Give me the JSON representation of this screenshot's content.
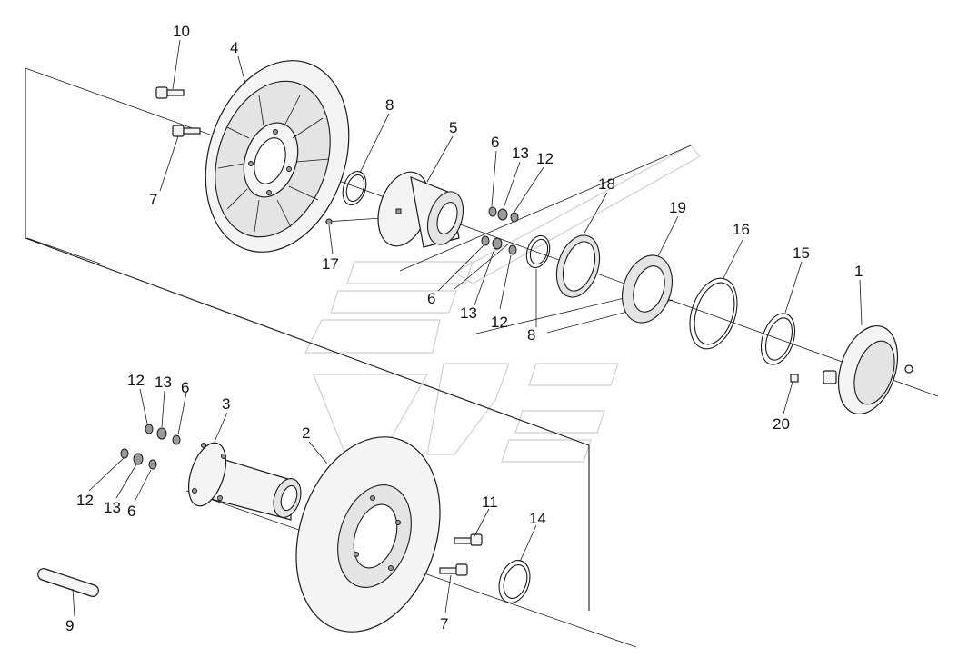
{
  "diagram": {
    "callouts": [
      {
        "id": "c10a",
        "text": "10"
      },
      {
        "id": "c4a",
        "text": "4"
      },
      {
        "id": "c7a",
        "text": "7"
      },
      {
        "id": "c8a",
        "text": "8"
      },
      {
        "id": "c5a",
        "text": "5"
      },
      {
        "id": "c6a",
        "text": "6"
      },
      {
        "id": "c13a",
        "text": "13"
      },
      {
        "id": "c12a",
        "text": "12"
      },
      {
        "id": "c18a",
        "text": "18"
      },
      {
        "id": "c19a",
        "text": "19"
      },
      {
        "id": "c16a",
        "text": "16"
      },
      {
        "id": "c15a",
        "text": "15"
      },
      {
        "id": "c1a",
        "text": "1"
      },
      {
        "id": "c17a",
        "text": "17"
      },
      {
        "id": "c6b",
        "text": "6"
      },
      {
        "id": "c13b",
        "text": "13"
      },
      {
        "id": "c12b",
        "text": "12"
      },
      {
        "id": "c8b",
        "text": "8"
      },
      {
        "id": "c20a",
        "text": "20"
      },
      {
        "id": "c12c",
        "text": "12"
      },
      {
        "id": "c13c",
        "text": "13"
      },
      {
        "id": "c6c",
        "text": "6"
      },
      {
        "id": "c3a",
        "text": "3"
      },
      {
        "id": "c2a",
        "text": "2"
      },
      {
        "id": "c12d",
        "text": "12"
      },
      {
        "id": "c13d",
        "text": "13"
      },
      {
        "id": "c6d",
        "text": "6"
      },
      {
        "id": "c11a",
        "text": "11"
      },
      {
        "id": "c14a",
        "text": "14"
      },
      {
        "id": "c9a",
        "text": "9"
      },
      {
        "id": "c7b",
        "text": "7"
      }
    ]
  }
}
